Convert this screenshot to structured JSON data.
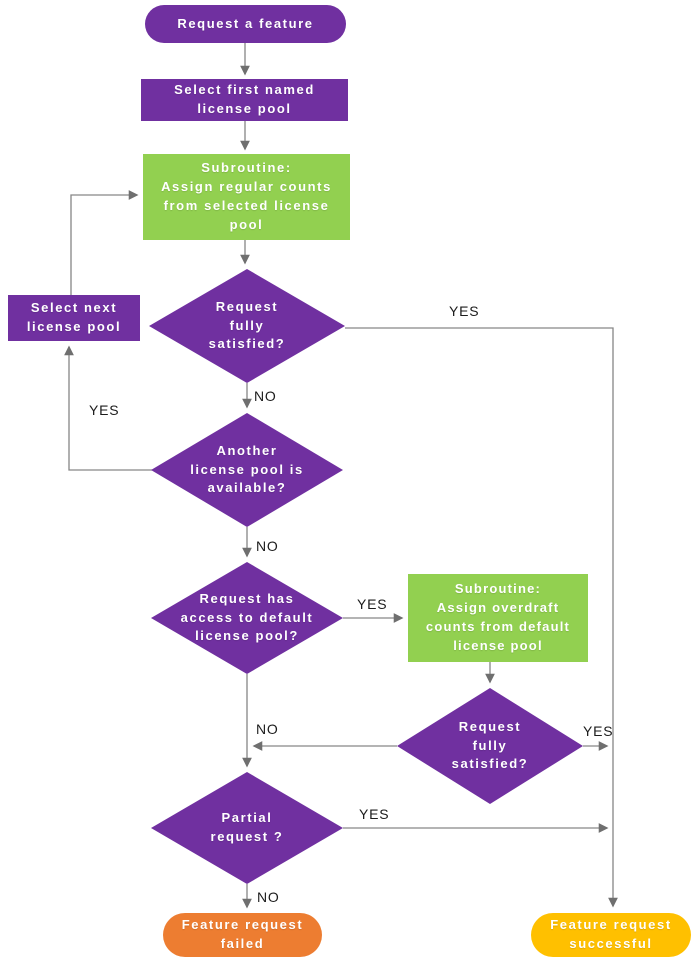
{
  "palette": {
    "process_purple": "#7030A0",
    "subroutine_green": "#92D050",
    "fail_orange": "#ED7D31",
    "success_yellow": "#FFC000",
    "connector_gray": "#868686"
  },
  "nodes": {
    "start": {
      "type": "terminator",
      "label": "Request a feature"
    },
    "select_first_pool": {
      "type": "process",
      "label": "Select first named\nlicense pool"
    },
    "subroutine_regular": {
      "type": "subroutine",
      "label": "Subroutine:\nAssign regular counts\nfrom selected license\npool"
    },
    "request_satisfied_1": {
      "type": "decision",
      "label": "Request\nfully\nsatisfied?"
    },
    "select_next_pool": {
      "type": "process",
      "label": "Select next\nlicense pool"
    },
    "another_pool_available": {
      "type": "decision",
      "label": "Another\nlicense pool is\navailable?"
    },
    "default_pool_access": {
      "type": "decision",
      "label": "Request has\naccess to default\nlicense pool?"
    },
    "subroutine_overdraft": {
      "type": "subroutine",
      "label": "Subroutine:\nAssign overdraft\ncounts from default\nlicense pool"
    },
    "request_satisfied_2": {
      "type": "decision",
      "label": "Request\nfully\nsatisfied?"
    },
    "partial_request": {
      "type": "decision",
      "label": "Partial\nrequest ?"
    },
    "request_failed": {
      "type": "terminator",
      "label": "Feature request\nfailed"
    },
    "request_successful": {
      "type": "terminator",
      "label": "Feature request\nsuccessful"
    }
  },
  "edge_labels": {
    "satisfied1_yes": "YES",
    "satisfied1_no": "NO",
    "another_yes": "YES",
    "another_no": "NO",
    "access_yes": "YES",
    "satisfied2_no": "NO",
    "satisfied2_yes": "YES",
    "partial_yes": "YES",
    "partial_no": "NO"
  }
}
